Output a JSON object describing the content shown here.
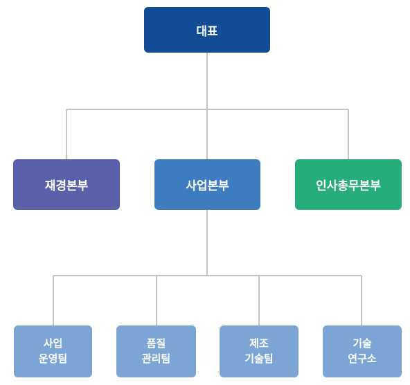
{
  "org_chart": {
    "root": {
      "label": "대표",
      "color": "#114c94"
    },
    "divisions": [
      {
        "label": "재경본부",
        "color": "#5a5fa9"
      },
      {
        "label": "사업본부",
        "color": "#3d7dbf"
      },
      {
        "label": "인사총무본부",
        "color": "#27ad7a"
      }
    ],
    "teams": [
      {
        "label": "사업\n운영팀",
        "color": "#7ca5d6"
      },
      {
        "label": "품질\n관리팀",
        "color": "#7ca5d6"
      },
      {
        "label": "제조\n기술팀",
        "color": "#7ca5d6"
      },
      {
        "label": "기술\n연구소",
        "color": "#7ca5d6"
      }
    ],
    "connector_color": "#c4c4c4"
  }
}
